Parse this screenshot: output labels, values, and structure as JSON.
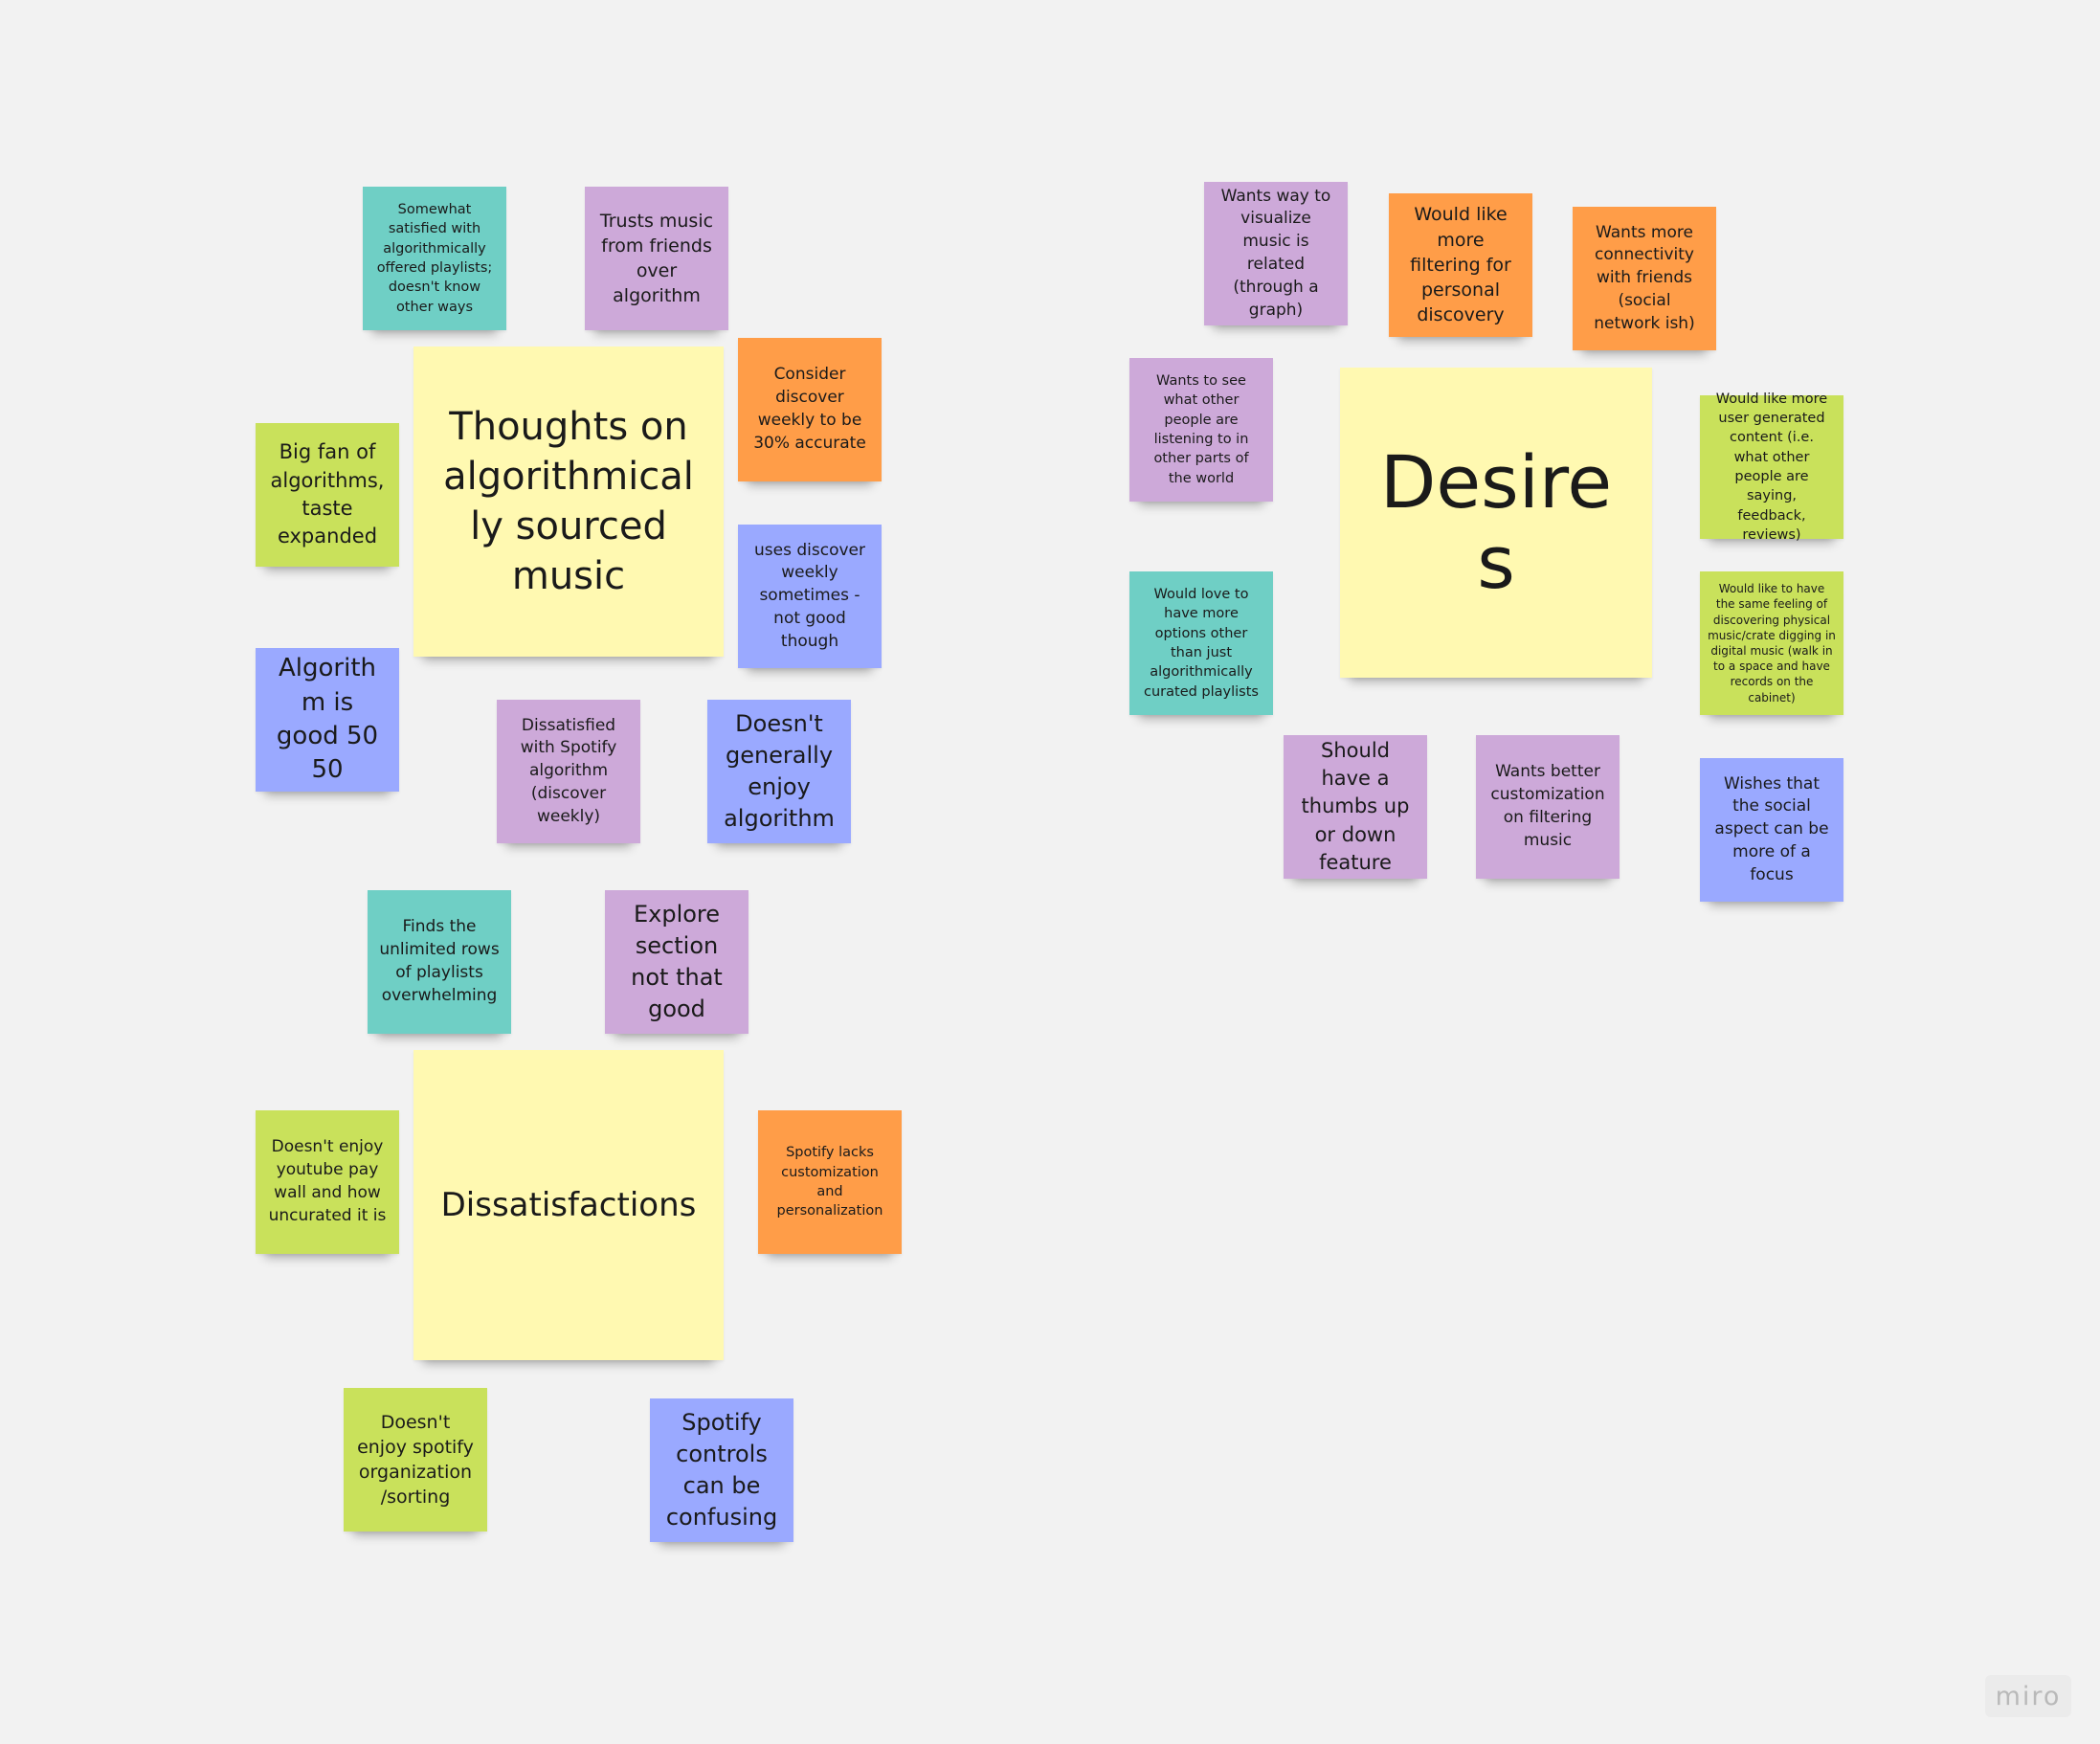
{
  "board": {
    "headers": {
      "thoughts": "Thoughts on algorithmically sourced music",
      "dissatisfactions": "Dissatisfactions",
      "desires": "Desires"
    },
    "thoughts_notes": {
      "satisfied": "Somewhat satisfied with algorithmically offered playlists; doesn't know other ways",
      "trusts_friends": "Trusts music from friends over algorithm",
      "discover_weekly_30": "Consider discover weekly to be 30% accurate",
      "big_fan": "Big fan of algorithms, taste expanded",
      "uses_discover_weekly": "uses discover weekly sometimes - not good though",
      "algorithm_50_50": "Algorithm is good 50 50",
      "dissatisfied_spotify": "Dissatisfied with Spotify algorithm (discover weekly)",
      "doesnt_enjoy_algorithm": "Doesn't generally enjoy algorithm"
    },
    "dissatisfaction_notes": {
      "unlimited_rows": "Finds the unlimited rows of playlists overwhelming",
      "explore_section": "Explore section not that good",
      "youtube_paywall": "Doesn't enjoy youtube pay wall and how uncurated it is",
      "lacks_customization": "Spotify lacks customization and personalization",
      "organization_sorting": "Doesn't enjoy spotify organization /sorting",
      "controls_confusing": "Spotify controls can be confusing"
    },
    "desire_notes": {
      "visualize": "Wants way to visualize music is related (through a graph)",
      "more_filtering": "Would like more filtering for personal discovery",
      "connectivity": "Wants more connectivity with friends (social network ish)",
      "other_parts_world": "Wants to see what other people are listening to in other parts of the world",
      "user_generated": "Would like more user generated content (i.e. what other people are saying, feedback, reviews)",
      "more_options": "Would love to have more options other than just algorithmically curated playlists",
      "crate_digging": "Would like to have the same feeling of discovering physical music/crate digging in digital music (walk in to a space and have records on the cabinet)",
      "thumbs_up": "Should have a thumbs up or down feature",
      "customization_filtering": "Wants better customization on filtering music",
      "social_aspect": "Wishes that the social aspect can be more of a focus"
    },
    "watermark": "miro",
    "colors": {
      "background": "#f2f2f2",
      "yellow": "#fff9b1",
      "teal": "#6fcfc5",
      "purple": "#cda9d9",
      "orange": "#ff9d48",
      "lime": "#c9e15b",
      "blue": "#9aa9ff"
    }
  }
}
